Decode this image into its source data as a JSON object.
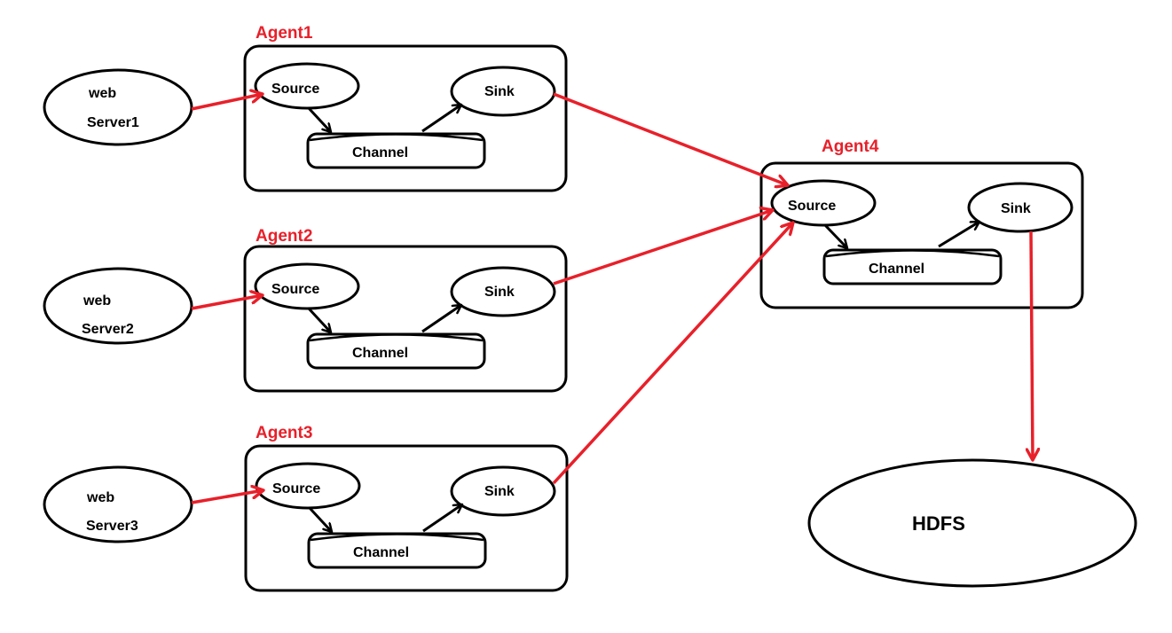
{
  "colors": {
    "stroke": "#000000",
    "accent": "#e8202a",
    "background": "#ffffff"
  },
  "servers": [
    {
      "line1": "web",
      "line2": "Server1"
    },
    {
      "line1": "web",
      "line2": "Server2"
    },
    {
      "line1": "web",
      "line2": "Server3"
    }
  ],
  "agents": [
    {
      "title": "Agent1",
      "source": "Source",
      "sink": "Sink",
      "channel": "Channel"
    },
    {
      "title": "Agent2",
      "source": "Source",
      "sink": "Sink",
      "channel": "Channel"
    },
    {
      "title": "Agent3",
      "source": "Source",
      "sink": "Sink",
      "channel": "Channel"
    },
    {
      "title": "Agent4",
      "source": "Source",
      "sink": "Sink",
      "channel": "Channel"
    }
  ],
  "hdfs": {
    "label": "HDFS"
  }
}
